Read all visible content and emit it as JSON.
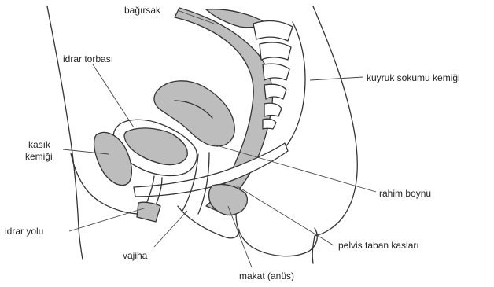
{
  "labels": {
    "bowel": "bağırsak",
    "bladder": "idrar torbası",
    "pubic_bone": "kasık kemiği",
    "pubic_bone_line1": "kasık",
    "pubic_bone_line2": "kemiği",
    "coccyx": "kuyruk sokumu kemiği",
    "cervix": "rahim boynu",
    "urethra": "idrar yolu",
    "pelvic_floor": "pelvis taban kasları",
    "vagina": "vajiha",
    "anus": "makat (anüs)"
  },
  "colors": {
    "organ_fill": "#bdbdbd",
    "outline": "#333333",
    "background": "#ffffff"
  }
}
